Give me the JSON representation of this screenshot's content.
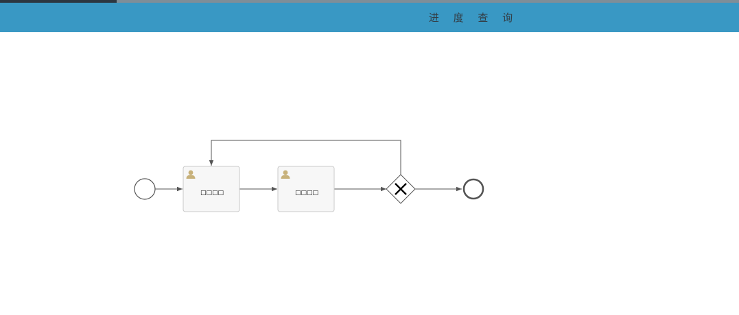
{
  "header": {
    "title": "进 度 查 询"
  },
  "diagram": {
    "tasks": [
      {
        "id": "task-1",
        "label": "□□□□",
        "icon": "user-icon"
      },
      {
        "id": "task-2",
        "label": "□□□□",
        "icon": "user-icon"
      }
    ],
    "gateway": {
      "type": "exclusive",
      "icon": "x-icon"
    },
    "events": {
      "start": "start-event",
      "end": "end-event"
    }
  },
  "colors": {
    "header_bg": "#3998c4",
    "header_text": "#333d45",
    "task_fill": "#f7f7f7",
    "task_border": "#c8c8c8",
    "user_icon": "#c7b17a",
    "flow_line": "#555555"
  }
}
